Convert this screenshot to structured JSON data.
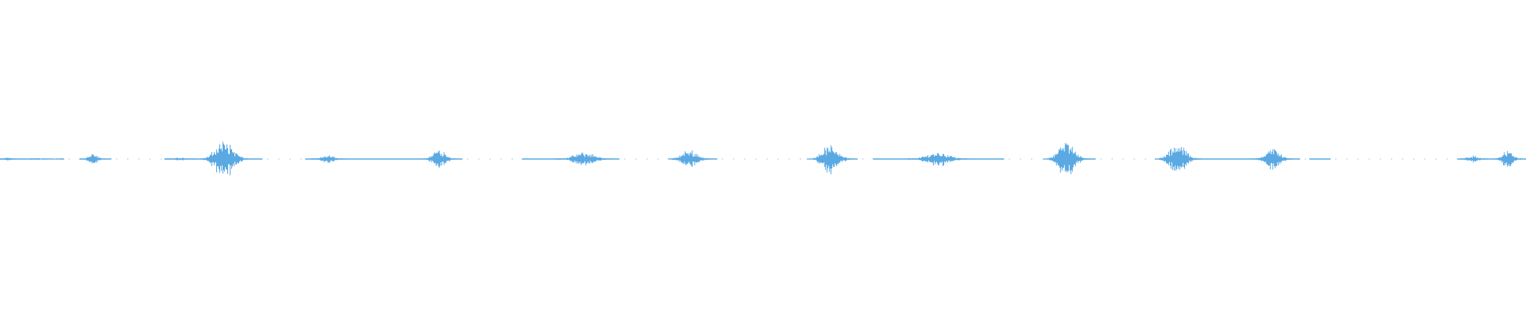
{
  "waveform": {
    "color": "#5aa9e3",
    "baseline_color": "#5aa9e3",
    "background": "#ffffff",
    "bursts": [
      {
        "center": 0.005,
        "width": 0.012,
        "amplitude": 0.006
      },
      {
        "center": 0.03,
        "width": 0.02,
        "amplitude": 0.003
      },
      {
        "center": 0.061,
        "width": 0.016,
        "amplitude": 0.018
      },
      {
        "center": 0.118,
        "width": 0.02,
        "amplitude": 0.005
      },
      {
        "center": 0.147,
        "width": 0.032,
        "amplitude": 0.068
      },
      {
        "center": 0.215,
        "width": 0.022,
        "amplitude": 0.014
      },
      {
        "center": 0.288,
        "width": 0.022,
        "amplitude": 0.038
      },
      {
        "center": 0.383,
        "width": 0.038,
        "amplitude": 0.024
      },
      {
        "center": 0.452,
        "width": 0.028,
        "amplitude": 0.033
      },
      {
        "center": 0.544,
        "width": 0.03,
        "amplitude": 0.05
      },
      {
        "center": 0.615,
        "width": 0.04,
        "amplitude": 0.026
      },
      {
        "center": 0.699,
        "width": 0.03,
        "amplitude": 0.062
      },
      {
        "center": 0.772,
        "width": 0.03,
        "amplitude": 0.052
      },
      {
        "center": 0.834,
        "width": 0.026,
        "amplitude": 0.04
      },
      {
        "center": 0.965,
        "width": 0.02,
        "amplitude": 0.012
      },
      {
        "center": 0.988,
        "width": 0.018,
        "amplitude": 0.032
      }
    ],
    "gaps": [
      {
        "start": 0.026,
        "end": 0.04
      },
      {
        "start": 0.042,
        "end": 0.052
      },
      {
        "start": 0.073,
        "end": 0.108
      },
      {
        "start": 0.172,
        "end": 0.2
      },
      {
        "start": 0.303,
        "end": 0.342
      },
      {
        "start": 0.406,
        "end": 0.44
      },
      {
        "start": 0.47,
        "end": 0.535
      },
      {
        "start": 0.562,
        "end": 0.572
      },
      {
        "start": 0.658,
        "end": 0.688
      },
      {
        "start": 0.718,
        "end": 0.76
      },
      {
        "start": 0.852,
        "end": 0.858
      },
      {
        "start": 0.872,
        "end": 0.956
      }
    ]
  }
}
